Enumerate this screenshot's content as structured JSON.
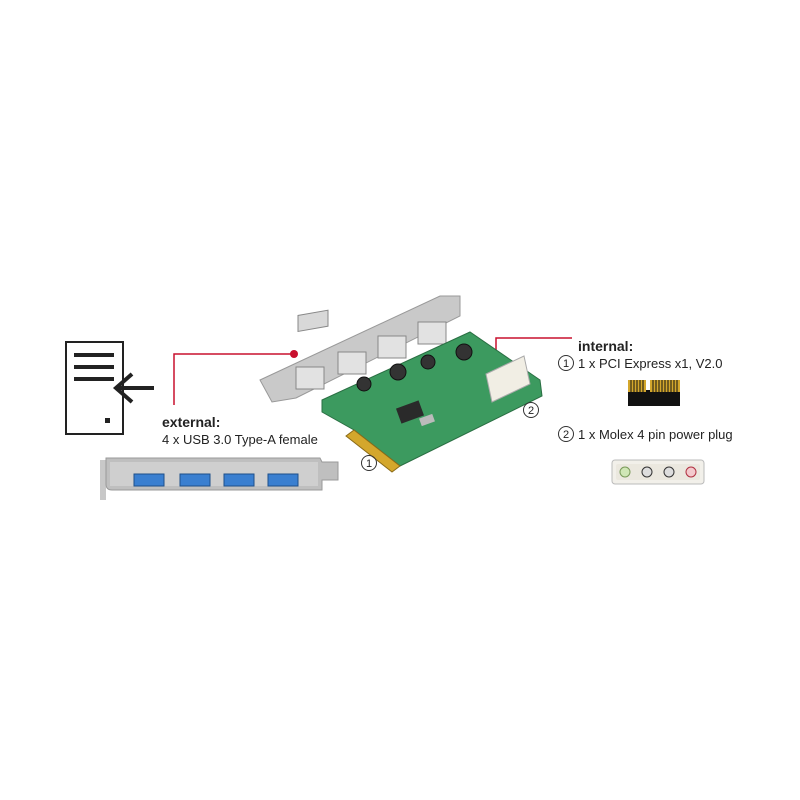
{
  "external": {
    "heading": "external:",
    "description": "4 x USB 3.0 Type-A female"
  },
  "internal": {
    "heading": "internal:",
    "items": [
      {
        "num": "1",
        "label": "1 x PCI Express x1, V2.0"
      },
      {
        "num": "2",
        "label": "1 x Molex 4 pin power plug"
      }
    ]
  },
  "card_callouts": [
    "1",
    "2"
  ],
  "colors": {
    "accent": "#c8102e",
    "pcb": "#3c9a5f",
    "bracket": "#b8b8b8",
    "usb_blue": "#3a7fd0"
  },
  "icons": [
    "pc-case-icon",
    "arrow-left-icon",
    "pcie-connector-icon",
    "molex-connector-icon"
  ]
}
